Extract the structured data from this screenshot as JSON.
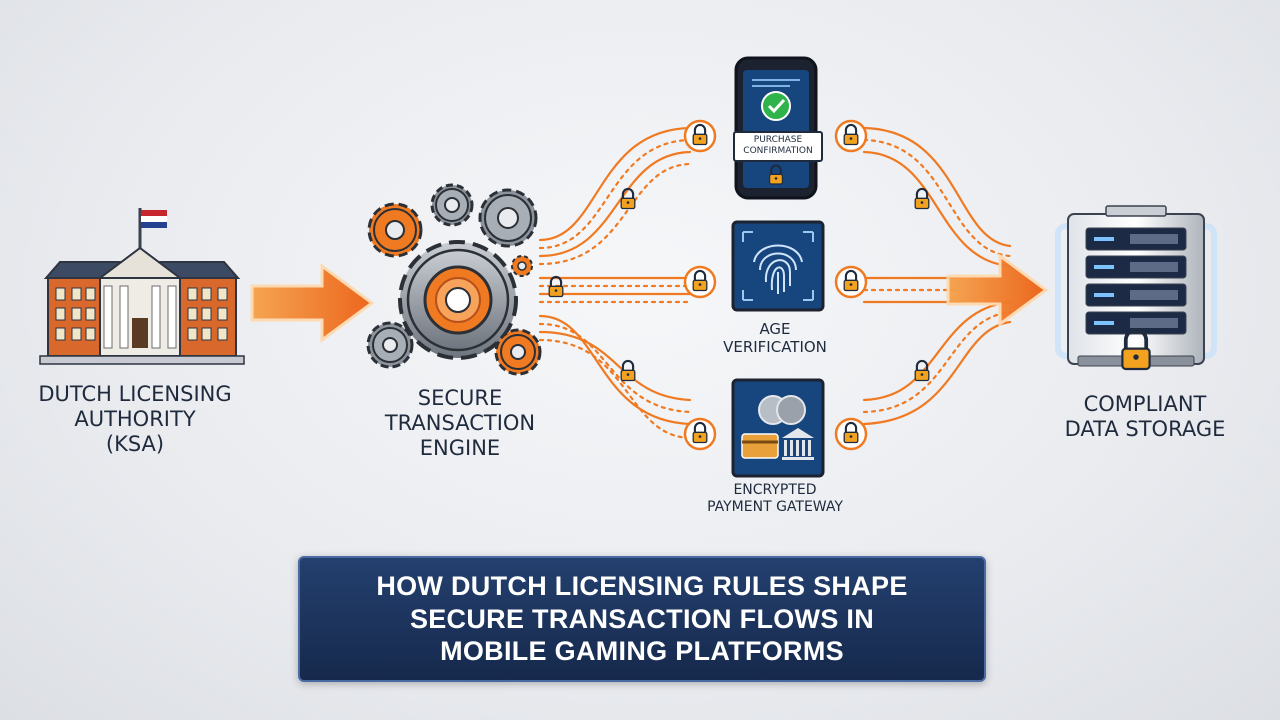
{
  "nodes": {
    "authority": {
      "lines": [
        "DUTCH LICENSING",
        "AUTHORITY",
        "(KSA)"
      ]
    },
    "engine": {
      "lines": [
        "SECURE",
        "TRANSACTION",
        "ENGINE"
      ]
    },
    "purchase": {
      "lines": [
        "PURCHASE",
        "CONFIRMATION"
      ]
    },
    "age": {
      "lines": [
        "AGE",
        "VERIFICATION"
      ]
    },
    "payment": {
      "lines": [
        "ENCRYPTED",
        "PAYMENT GATEWAY"
      ]
    },
    "storage": {
      "lines": [
        "COMPLIANT",
        "DATA STORAGE"
      ]
    }
  },
  "banner": {
    "lines": [
      "HOW DUTCH LICENSING RULES SHAPE",
      "SECURE TRANSACTION FLOWS IN",
      "MOBILE GAMING PLATFORMS"
    ]
  },
  "icons": [
    "government-building-icon",
    "dutch-flag-icon",
    "arrow-right-icon",
    "gears-icon",
    "smartphone-icon",
    "checkmark-icon",
    "fingerprint-icon",
    "payment-card-icon",
    "bank-icon",
    "server-icon",
    "padlock-icon"
  ],
  "colors": {
    "accent": "#f07a22",
    "navy": "#1b2f55",
    "text": "#1f2b3d",
    "check": "#2fb34a",
    "flag_red": "#c8262f",
    "flag_blue": "#25408f"
  }
}
